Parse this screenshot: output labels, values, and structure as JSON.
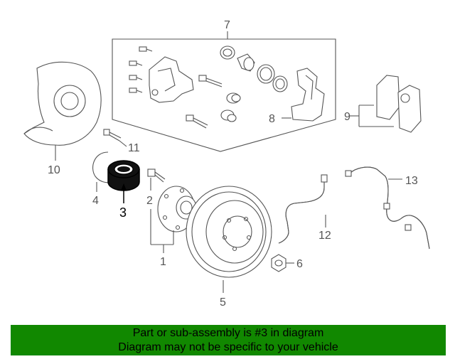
{
  "labels": {
    "l1": "1",
    "l2": "2",
    "l3": "3",
    "l4": "4",
    "l5": "5",
    "l6": "6",
    "l7": "7",
    "l8": "8",
    "l9": "9",
    "l10": "10",
    "l11": "11",
    "l12": "12",
    "l13": "13"
  },
  "highlight_color": "#111111",
  "banner": {
    "line1": "Part or sub-assembly is #3 in diagram",
    "line2": "Diagram may not be specific to your vehicle",
    "color": "#118800"
  }
}
